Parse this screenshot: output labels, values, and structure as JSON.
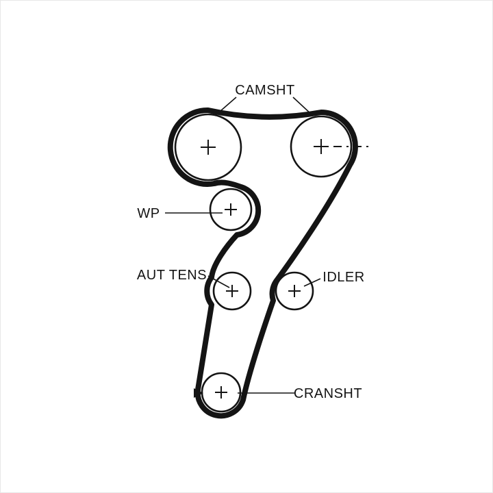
{
  "diagram": {
    "type": "timing-belt-routing-diagram",
    "labels": {
      "camshaft": "CAMSHT",
      "water_pump": "WP",
      "auto_tensioner": "AUT TENS",
      "idler": "IDLER",
      "crankshaft": "CRANSHT"
    },
    "colors": {
      "line": "#141414",
      "background": "#ffffff"
    },
    "components": [
      {
        "name": "camshaft-pulley-left",
        "mark": "+"
      },
      {
        "name": "camshaft-pulley-right",
        "mark": "+"
      },
      {
        "name": "water-pump-pulley",
        "mark": "+"
      },
      {
        "name": "automatic-tensioner-pulley",
        "mark": "+"
      },
      {
        "name": "idler-pulley",
        "mark": "+"
      },
      {
        "name": "crankshaft-pulley",
        "mark": "+"
      }
    ]
  }
}
